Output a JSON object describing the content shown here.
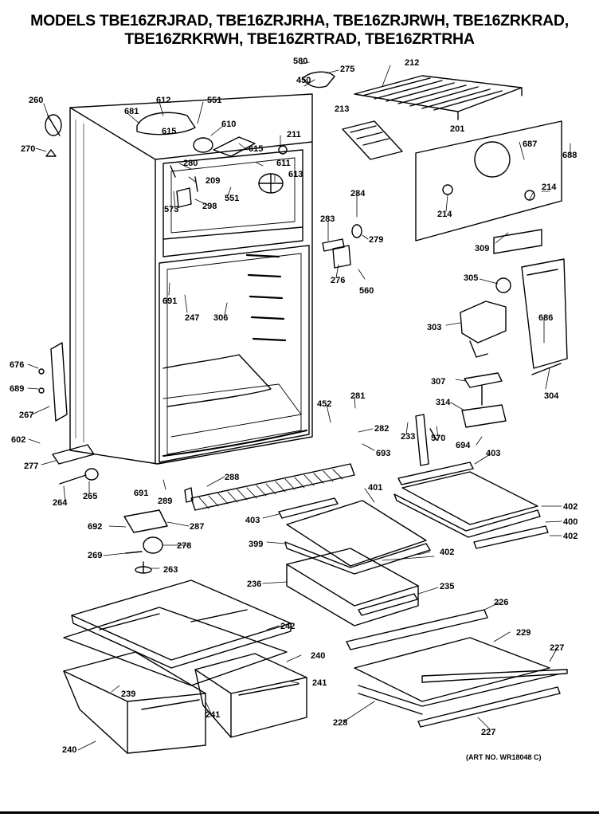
{
  "header": {
    "line1": "MODELS TBE16ZRJRAD, TBE16ZRJRHA, TBE16ZRJRWH, TBE16ZRKRAD,",
    "line2": "TBE16ZRKRWH, TBE16ZRTRAD, TBE16ZRTRHA"
  },
  "footer": {
    "art_no": "(ART NO. WR18048 C)"
  },
  "part_labels": [
    "580",
    "275",
    "450",
    "212",
    "260",
    "612",
    "551",
    "681",
    "610",
    "211",
    "615",
    "615",
    "270",
    "213",
    "201",
    "687",
    "688",
    "280",
    "611",
    "209",
    "613",
    "573",
    "298",
    "551",
    "284",
    "283",
    "279",
    "214",
    "214",
    "276",
    "560",
    "309",
    "691",
    "247",
    "306",
    "305",
    "303",
    "686",
    "676",
    "689",
    "267",
    "307",
    "304",
    "452",
    "281",
    "314",
    "282",
    "233",
    "570",
    "694",
    "693",
    "602",
    "277",
    "403",
    "288",
    "691",
    "289",
    "264",
    "265",
    "401",
    "402",
    "403",
    "400",
    "692",
    "287",
    "402",
    "399",
    "402",
    "269",
    "278",
    "263",
    "236",
    "235",
    "226",
    "242",
    "229",
    "240",
    "227",
    "241",
    "239",
    "241",
    "228",
    "240",
    "227"
  ]
}
